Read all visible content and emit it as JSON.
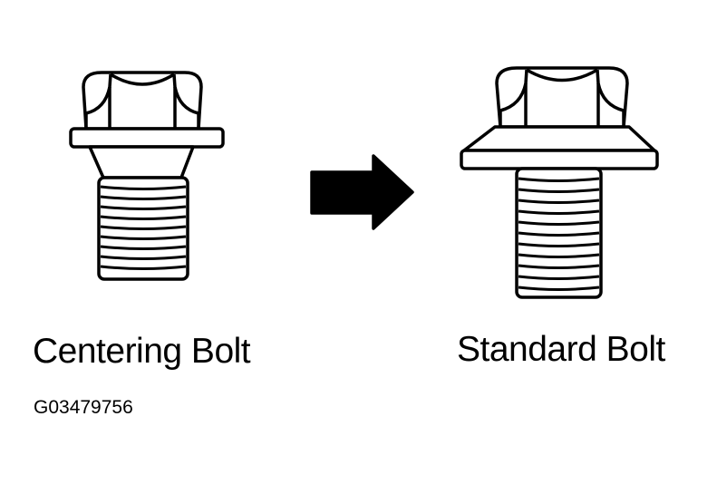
{
  "labels": {
    "left_bolt": "Centering Bolt",
    "right_bolt": "Standard Bolt",
    "figure_code": "G03479756"
  },
  "icons": {
    "left": "centering-bolt-icon",
    "arrow": "arrow-right-icon",
    "right": "standard-bolt-icon"
  },
  "colors": {
    "ink": "#000000",
    "background": "#ffffff"
  }
}
